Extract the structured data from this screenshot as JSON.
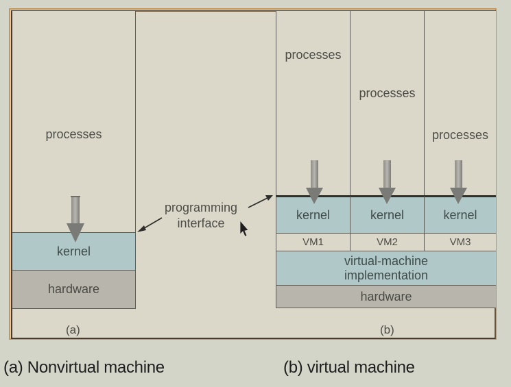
{
  "panel_a": {
    "processes": "processes",
    "kernel": "kernel",
    "hardware": "hardware",
    "sublabel": "(a)"
  },
  "panel_b": {
    "vms": [
      {
        "processes": "processes",
        "kernel": "kernel",
        "vm_label": "VM1"
      },
      {
        "processes": "processes",
        "kernel": "kernel",
        "vm_label": "VM2"
      },
      {
        "processes": "processes",
        "kernel": "kernel",
        "vm_label": "VM3"
      }
    ],
    "vm_implementation_line1": "virtual-machine",
    "vm_implementation_line2": "implementation",
    "hardware": "hardware",
    "sublabel": "(b)"
  },
  "programming_interface": {
    "line1": "programming",
    "line2": "interface"
  },
  "captions": {
    "a": "(a) Nonvirtual machine",
    "b": "(b) virtual machine"
  },
  "colors": {
    "kernel": "#b1c8c8",
    "hardware": "#b8b6ac",
    "background": "#dcd8c9",
    "frame": "#c8955a"
  }
}
